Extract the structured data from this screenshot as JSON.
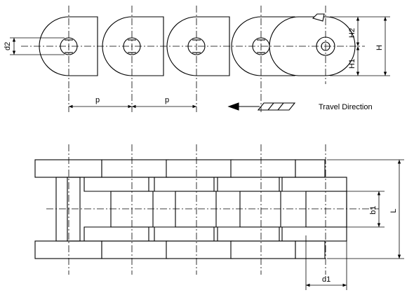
{
  "labels": {
    "d2": "d2",
    "h2": "H2",
    "h": "H",
    "h1": "H1",
    "p_left": "p",
    "p_right": "p",
    "travel_direction": "Travel Direction",
    "b1": "b1",
    "l": "L",
    "d1": "d1"
  },
  "colors": {
    "stroke": "#000000",
    "background": "#ffffff"
  }
}
